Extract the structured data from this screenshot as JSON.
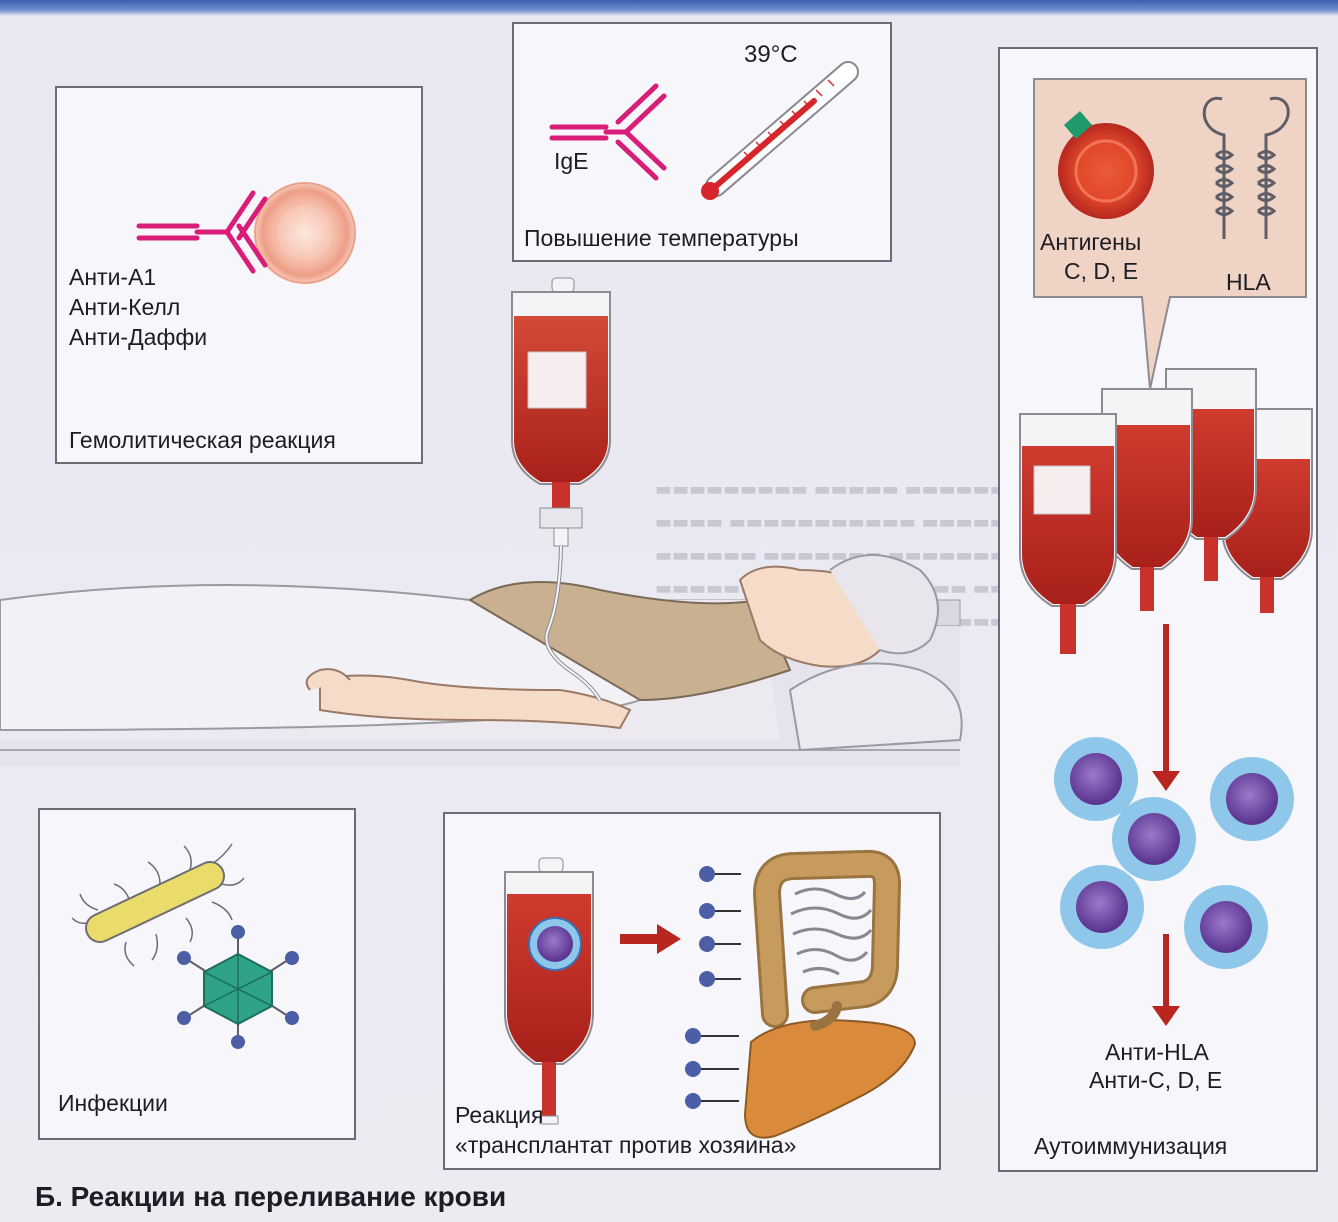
{
  "hemolytic": {
    "antibodies": [
      "Анти-А1",
      "Анти-Келл",
      "Анти-Даффи"
    ],
    "caption": "Гемолитическая реакция"
  },
  "fever": {
    "temperature": "39°С",
    "ige": "IgE",
    "caption": "Повышение температуры"
  },
  "autoimmune": {
    "antigens": [
      "Антигены",
      "C, D, E"
    ],
    "hla": "HLA",
    "antibodies": [
      "Анти-HLA",
      "Анти-С, D, E"
    ],
    "caption": "Аутоиммунизация"
  },
  "infection": {
    "caption": "Инфекции"
  },
  "gvhd": {
    "caption": [
      "Реакция",
      "«трансплантат против хозяина»"
    ]
  },
  "figure": {
    "caption": "Б. Реакции на переливание крови"
  },
  "colors": {
    "blood": "#c8322a",
    "antibody": "#d81e78",
    "arrow": "#b8261f",
    "lymphocyte": "#6a3c9a"
  }
}
